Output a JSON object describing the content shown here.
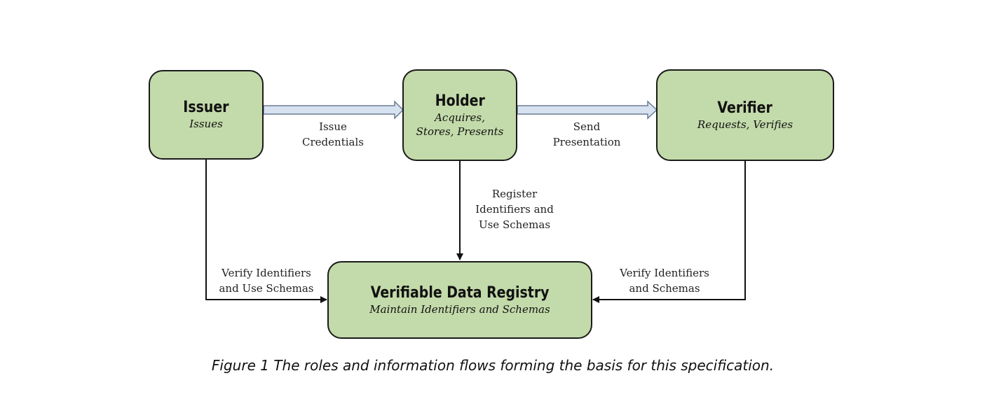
{
  "nodes": {
    "issuer": {
      "title": "Issuer",
      "subtitle": "Issues"
    },
    "holder": {
      "title": "Holder",
      "subtitle": "Acquires,\nStores, Presents"
    },
    "verifier": {
      "title": "Verifier",
      "subtitle": "Requests, Verifies"
    },
    "registry": {
      "title": "Verifiable Data Registry",
      "subtitle": "Maintain Identifiers and Schemas"
    }
  },
  "flows": {
    "issue_credentials": "Issue\nCredentials",
    "send_presentation": "Send\nPresentation",
    "holder_registry": "Register\nIdentifiers and\nUse Schemas",
    "issuer_registry": "Verify Identifiers\nand Use Schemas",
    "verifier_registry": "Verify Identifiers\nand Schemas"
  },
  "caption": "Figure 1 The roles and information flows forming the basis for this specification.",
  "colors": {
    "node_fill": "#c3daaa",
    "node_border": "#1a1a1a",
    "wide_arrow_fill": "#d6e2f0",
    "wide_arrow_border": "#6a7c94",
    "line": "#111111"
  }
}
